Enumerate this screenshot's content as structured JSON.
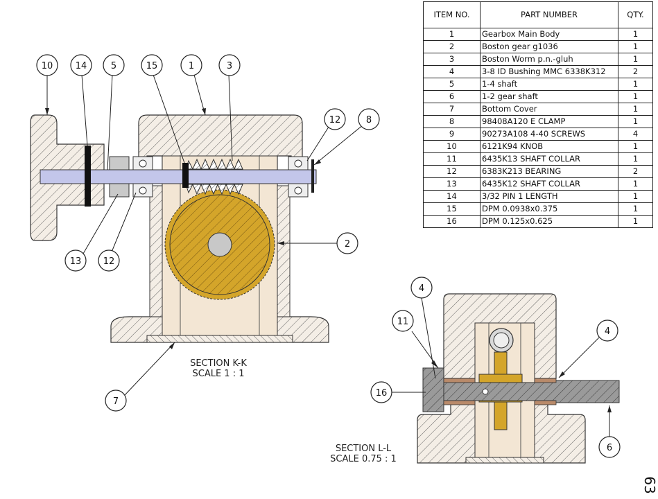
{
  "bom": {
    "headers": [
      "ITEM NO.",
      "PART NUMBER",
      "QTY."
    ],
    "rows": [
      {
        "item": "1",
        "part": "Gearbox Main Body",
        "qty": "1"
      },
      {
        "item": "2",
        "part": "Boston gear g1036",
        "qty": "1"
      },
      {
        "item": "3",
        "part": "Boston Worm p.n.-gluh",
        "qty": "1"
      },
      {
        "item": "4",
        "part": "3-8 ID Bushing MMC 6338K312",
        "qty": "2"
      },
      {
        "item": "5",
        "part": "1-4 shaft",
        "qty": "1"
      },
      {
        "item": "6",
        "part": "1-2 gear shaft",
        "qty": "1"
      },
      {
        "item": "7",
        "part": "Bottom Cover",
        "qty": "1"
      },
      {
        "item": "8",
        "part": "98408A120 E CLAMP",
        "qty": "1"
      },
      {
        "item": "9",
        "part": "90273A108 4-40 SCREWS",
        "qty": "4"
      },
      {
        "item": "10",
        "part": "6121K94 KNOB",
        "qty": "1"
      },
      {
        "item": "11",
        "part": "6435K13 SHAFT COLLAR",
        "qty": "1"
      },
      {
        "item": "12",
        "part": "6383K213 BEARING",
        "qty": "2"
      },
      {
        "item": "13",
        "part": "6435K12 SHAFT COLLAR",
        "qty": "1"
      },
      {
        "item": "14",
        "part": "3/32 PIN 1 LENGTH",
        "qty": "1"
      },
      {
        "item": "15",
        "part": "DPM 0.0938x0.375",
        "qty": "1"
      },
      {
        "item": "16",
        "part": "DPM 0.125x0.625",
        "qty": "1"
      }
    ]
  },
  "section_kk": {
    "title": "SECTION K-K",
    "scale": "SCALE 1 : 1",
    "balloons": [
      "10",
      "14",
      "5",
      "15",
      "1",
      "3",
      "12",
      "8",
      "2",
      "13",
      "12",
      "7"
    ]
  },
  "section_ll": {
    "title": "SECTION L-L",
    "scale": "SCALE 0.75 : 1",
    "balloons": [
      "4",
      "11",
      "4",
      "16",
      "6"
    ]
  },
  "page_number": "63",
  "colors": {
    "gear": "#d4a52a",
    "shaft": "#c3c6ea",
    "bushing": "#b98a6a",
    "hatch": "#555555",
    "bore": "#f3e6d4"
  }
}
